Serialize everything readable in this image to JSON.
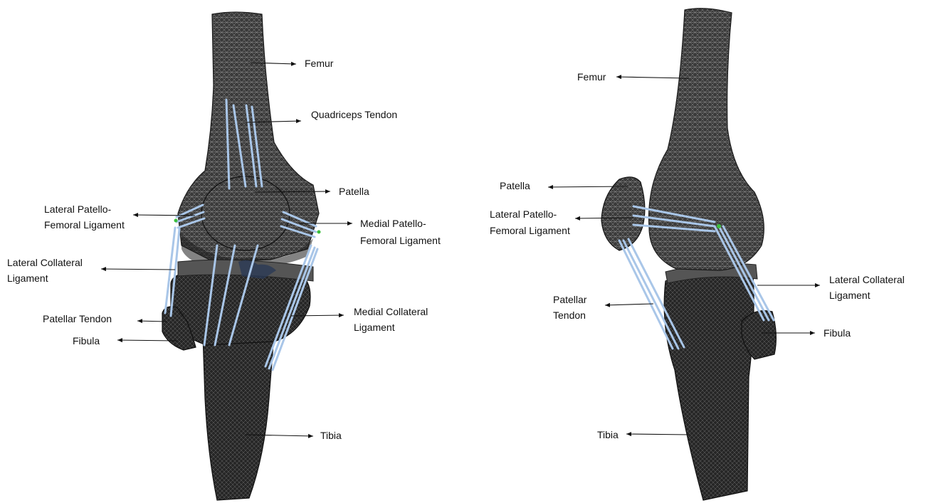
{
  "colors": {
    "ligament": "#a9c6e8",
    "mesh_dark": "#2b2b2b",
    "mesh_light": "#6a6a6a",
    "attachment": "#3cbf3c"
  },
  "front_view": {
    "labels": {
      "femur": "Femur",
      "quadriceps_tendon": "Quadriceps Tendon",
      "patella": "Patella",
      "lateral_pf_ligament_1": "Lateral Patello-",
      "lateral_pf_ligament_2": "Femoral Ligament",
      "medial_pf_ligament_1": "Medial Patello-",
      "medial_pf_ligament_2": "Femoral Ligament",
      "lateral_collateral_1": "Lateral Collateral",
      "lateral_collateral_2": "Ligament",
      "medial_collateral_1": "Medial Collateral",
      "medial_collateral_2": "Ligament",
      "patellar_tendon": "Patellar Tendon",
      "fibula": "Fibula",
      "tibia": "Tibia"
    }
  },
  "side_view": {
    "labels": {
      "femur": "Femur",
      "patella": "Patella",
      "lateral_pf_ligament_1": "Lateral Patello-",
      "lateral_pf_ligament_2": "Femoral Ligament",
      "lateral_collateral_1": "Lateral Collateral",
      "lateral_collateral_2": "Ligament",
      "patellar_tendon_1": "Patellar",
      "patellar_tendon_2": "Tendon",
      "fibula": "Fibula",
      "tibia": "Tibia"
    }
  }
}
